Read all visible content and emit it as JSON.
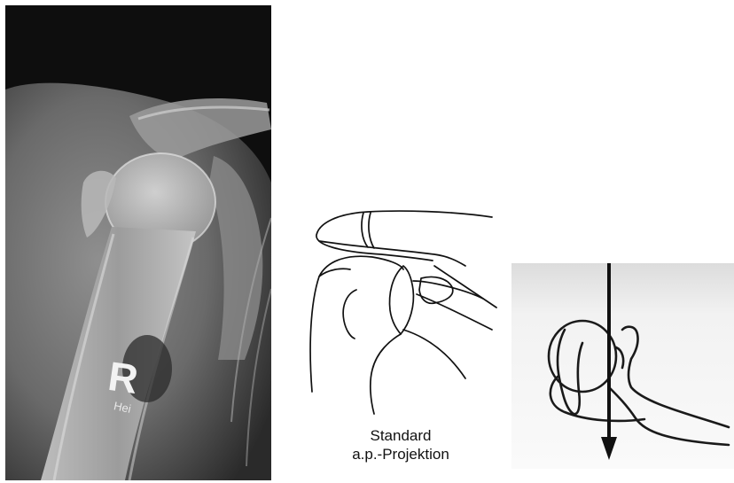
{
  "xray": {
    "marker_letter": "R",
    "marker_initials": "Hei"
  },
  "schematic": {
    "caption_line1": "Standard",
    "caption_line2": "a.p.-Projektion"
  },
  "colors": {
    "xray_background": "#0e0e0e",
    "bone_highlight": "#d9d9d9",
    "line_art": "#111111",
    "axial_background": "#f2f2f2"
  }
}
